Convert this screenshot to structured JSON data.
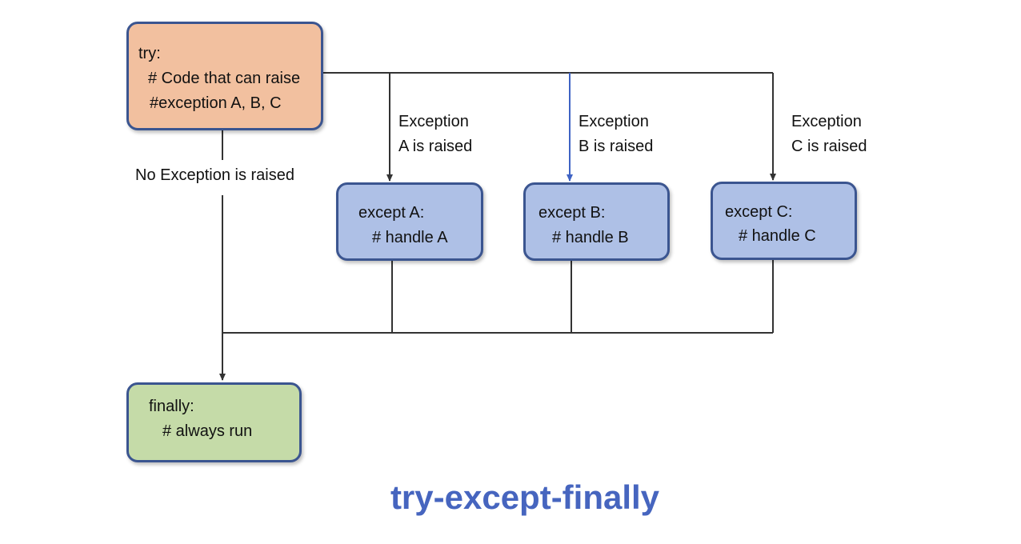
{
  "try_block": {
    "line1": "try:",
    "line2": "# Code that can raise",
    "line3": "#exception A, B, C"
  },
  "except_a": {
    "line1": "except A:",
    "line2": "# handle A"
  },
  "except_b": {
    "line1": "except B:",
    "line2": "# handle B"
  },
  "except_c": {
    "line1": "except C:",
    "line2": "# handle C"
  },
  "finally_block": {
    "line1": "finally:",
    "line2": "# always run"
  },
  "edge_labels": {
    "no_exception": "No Exception is raised",
    "a_raised": {
      "line1": "Exception",
      "line2": "A is raised"
    },
    "b_raised": {
      "line1": "Exception",
      "line2": "B is raised"
    },
    "c_raised": {
      "line1": "Exception",
      "line2": "C is raised"
    }
  },
  "title": "try-except-finally",
  "colors": {
    "try_fill": "#f2c09f",
    "except_fill": "#aec0e6",
    "finally_fill": "#c5dba8",
    "border": "#3b5590",
    "connector": "#333333",
    "highlight_connector": "#3f63c4",
    "title": "#4665bf"
  }
}
